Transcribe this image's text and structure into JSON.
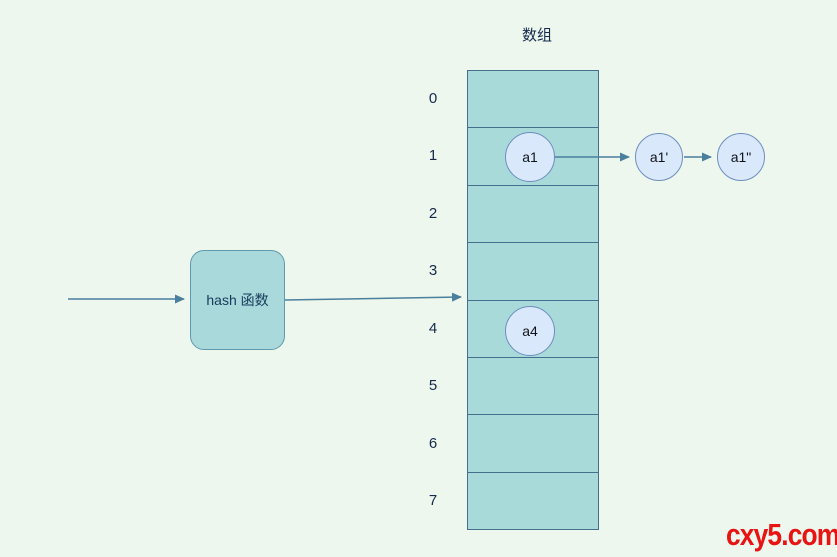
{
  "title": "数组",
  "array": {
    "indices": [
      "0",
      "1",
      "2",
      "3",
      "4",
      "5",
      "6",
      "7"
    ]
  },
  "hash_box": {
    "label": "hash 函数"
  },
  "nodes": {
    "a1": "a1",
    "a1_prime": "a1'",
    "a1_double_prime": "a1\"",
    "a4": "a4"
  },
  "watermark": "cxy5.com",
  "colors": {
    "background": "#edf7ee",
    "cell_fill": "#a9dada",
    "cell_border": "#44708e",
    "hash_box_fill": "#a9d9da",
    "hash_box_border": "#5e9aad",
    "node_fill": "#dae8fc",
    "node_border": "#6c8ebf",
    "arrow": "#4a7f9e",
    "label_text": "#15294b",
    "watermark_red": "#e81313"
  }
}
